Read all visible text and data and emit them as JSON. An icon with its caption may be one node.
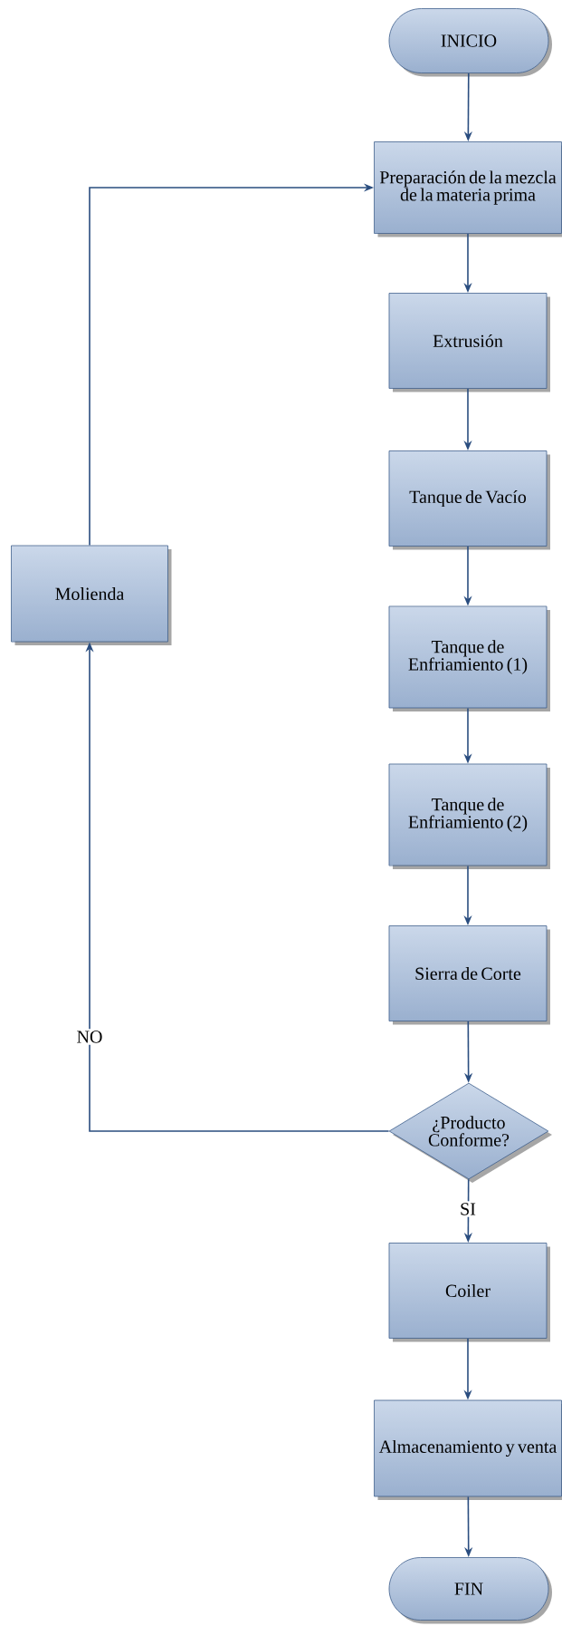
{
  "diagram": {
    "nodes": [
      {
        "text": [
          "INICIO"
        ]
      },
      {
        "text": [
          "Preparación de la mezcla de la materia prima"
        ]
      },
      {
        "text": [
          "Extrusión"
        ]
      },
      {
        "text": [
          "Tanque de Vacío"
        ]
      },
      {
        "text": [
          "Tanque de Enfriamiento (1)"
        ]
      },
      {
        "text": [
          "Tanque de Enfriamiento (2)"
        ]
      },
      {
        "text": [
          "Sierra de Corte"
        ]
      },
      {
        "text": [
          "¿Producto Conforme?"
        ]
      },
      {
        "text": [
          "Coiler"
        ]
      },
      {
        "text": [
          "Almacenamiento y venta"
        ]
      },
      {
        "text": [
          "FIN"
        ]
      },
      {
        "text": [
          "Molienda"
        ]
      }
    ],
    "edges": [
      {
        "from": 0,
        "to": 1,
        "arrow": "to"
      },
      {
        "from": 1,
        "to": 2,
        "arrow": "to"
      },
      {
        "from": 2,
        "to": 3,
        "arrow": "to"
      },
      {
        "from": 3,
        "to": 4,
        "arrow": "to"
      },
      {
        "from": 4,
        "to": 5,
        "arrow": "to"
      },
      {
        "from": 5,
        "to": 6,
        "arrow": "to"
      },
      {
        "from": 6,
        "to": 7,
        "arrow": "to"
      },
      {
        "from": 7,
        "to": 8,
        "arrow": "to",
        "label": "SI"
      },
      {
        "from": 8,
        "to": 9,
        "arrow": "to"
      },
      {
        "from": 9,
        "to": 10,
        "arrow": "to"
      },
      {
        "from": 7,
        "to": 11,
        "arrow": "to",
        "label": "NO"
      },
      {
        "from": 11,
        "to": 1,
        "arrow": "to"
      }
    ]
  }
}
